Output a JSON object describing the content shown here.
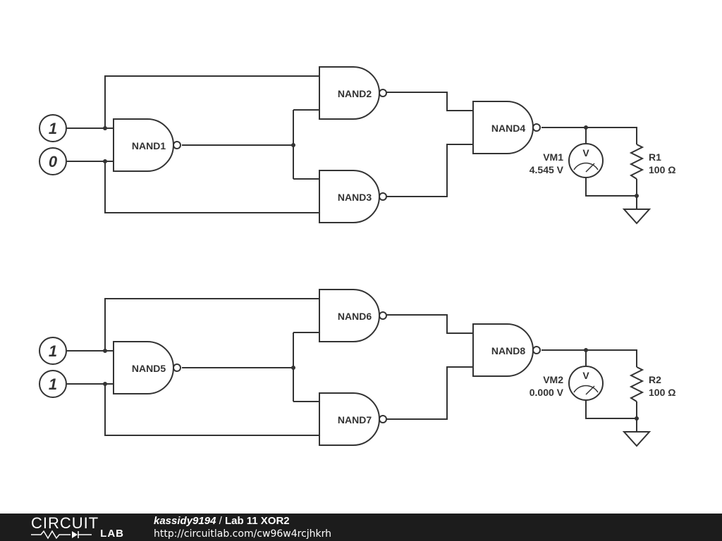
{
  "circuits": [
    {
      "inputs": [
        "1",
        "0"
      ],
      "gates": [
        "NAND1",
        "NAND2",
        "NAND3",
        "NAND4"
      ],
      "meter": {
        "name": "VM1",
        "reading": "4.545 V",
        "symbol": "V"
      },
      "resistor": {
        "name": "R1",
        "value": "100 Ω"
      }
    },
    {
      "inputs": [
        "1",
        "1"
      ],
      "gates": [
        "NAND5",
        "NAND6",
        "NAND7",
        "NAND8"
      ],
      "meter": {
        "name": "VM2",
        "reading": "0.000 V",
        "symbol": "V"
      },
      "resistor": {
        "name": "R2",
        "value": "100 Ω"
      }
    }
  ],
  "footer": {
    "logo_top": "CIRCUIT",
    "logo_bottom": "LAB",
    "user": "kassidy9194",
    "separator": " / ",
    "title": "Lab 11 XOR2",
    "url": "http://circuitlab.com/cw96w4rcjhkrh"
  },
  "colors": {
    "ink": "#333333",
    "footer_bg": "#1c1c1c",
    "footer_text": "#ffffff"
  }
}
